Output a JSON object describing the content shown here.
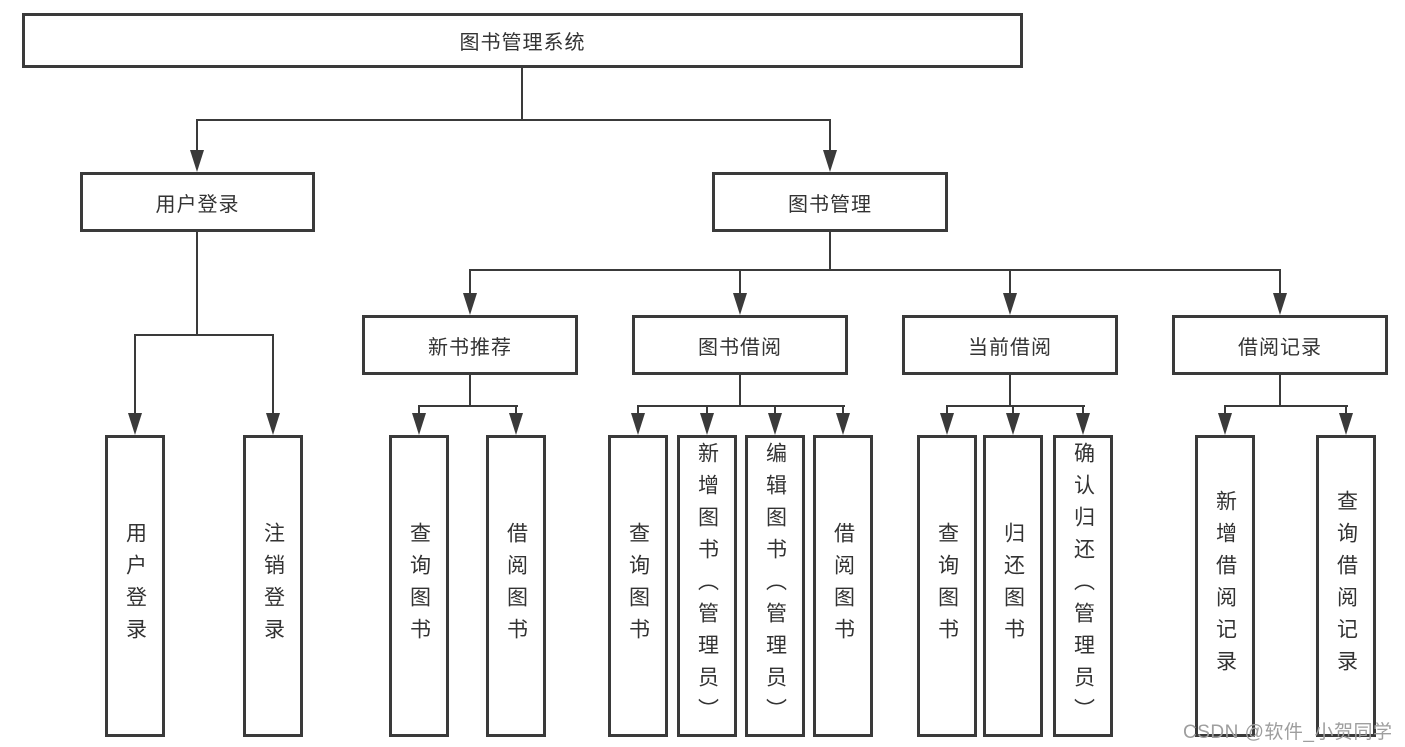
{
  "diagram": {
    "root": "图书管理系统",
    "branches": [
      {
        "label": "用户登录",
        "children": [
          "用户登录",
          "注销登录"
        ]
      },
      {
        "label": "图书管理",
        "groups": [
          {
            "label": "新书推荐",
            "children": [
              "查询图书",
              "借阅图书"
            ]
          },
          {
            "label": "图书借阅",
            "children": [
              "查询图书",
              "新增图书（管理员）",
              "编辑图书（管理员）",
              "借阅图书"
            ]
          },
          {
            "label": "当前借阅",
            "children": [
              "查询图书",
              "归还图书",
              "确认归还（管理员）"
            ]
          },
          {
            "label": "借阅记录",
            "children": [
              "新增借阅记录",
              "查询借阅记录"
            ]
          }
        ]
      }
    ]
  },
  "watermark": "CSDN @软件_小贺同学",
  "colors": {
    "line": "#3a3a3a",
    "text": "#333333",
    "watermark": "#9e9e9e",
    "background": "#ffffff"
  }
}
